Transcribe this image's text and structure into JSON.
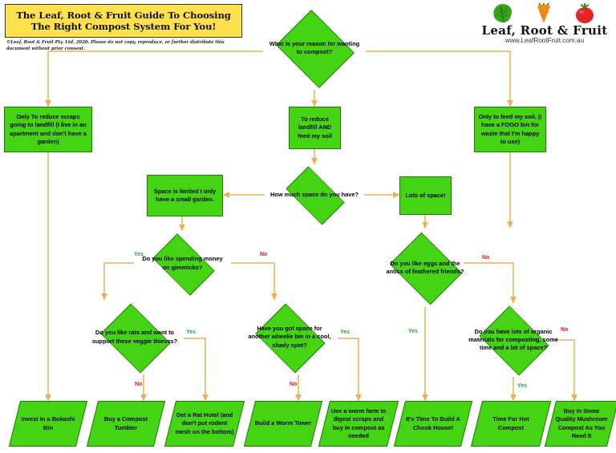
{
  "header": {
    "title": "The Leaf, Root & Fruit Guide To Choosing The Right Compost System For You!",
    "copyright": "©Leaf, Root & Fruit Pty. Ltd, 2020. Please do not copy, reproduce, or further distribute this document without prior consent.",
    "banner_color": "#ffe14d"
  },
  "logo": {
    "wordmark": "Leaf,  Root & Fruit",
    "url": "www.LeafRootFruit.com.au",
    "icons": [
      "leaf-icon",
      "carrot-icon",
      "tomato-icon"
    ]
  },
  "theme": {
    "node_fill": "#45d413",
    "node_stroke": "#1f7a08",
    "connector": "#f0ad4e",
    "yes_color": "#2fa02f",
    "no_color": "#d11a1a"
  },
  "nodes": {
    "start": "What is your reason for wanting to compost?",
    "reason_landfill_only": "Only To reduce scraps going to landfill (I live in an apartment and don't have a garden)",
    "reason_both": "To reduce landfill AND feed my soil",
    "reason_soil_only": "Only to feed my soil. (I have a FOGO bin for waste that I'm happy to use)",
    "how_much_space": "How much space do you have?",
    "space_limited": "Space is limited I only have a small garden.",
    "lots_of_space": "Lots of space!",
    "gimmicks": "Do you like spending money on gimmicks?",
    "eggs_antics": "Do you like eggs and the antics of feathered friends?",
    "rats": "Do you like rats and want to support these veggie thieves?",
    "wheelie_bin": "Have you got space for another wheelie bin in a cool, shady spot?",
    "organic_materials": "Do you have lots of organic materials for composting, some time and a bit of space?"
  },
  "outcomes": [
    {
      "id": "bokashi",
      "label": "Invest In a Bokashi Bin"
    },
    {
      "id": "tumbler",
      "label": "Buy a Compost Tumbler"
    },
    {
      "id": "rathotel",
      "label": "Get a Rat Hotel (and don't put rodent mesh on the bottom)"
    },
    {
      "id": "wormtower",
      "label": "Build a Worm Tower"
    },
    {
      "id": "wormfarm",
      "label": "Use a worm farm to digest scraps and buy in compost as needed"
    },
    {
      "id": "chook",
      "label": "It's Time To Build A Chook House!"
    },
    {
      "id": "hotcompost",
      "label": "Time For Hot Compost"
    },
    {
      "id": "mushroom",
      "label": "Buy In Some Quality Mushroom Compost As You Need It"
    }
  ],
  "edge_labels": {
    "gimmicks_yes": "Yes",
    "gimmicks_no": "No",
    "rats_yes": "Yes",
    "rats_no": "No",
    "wheelie_yes": "Yes",
    "wheelie_no": "No",
    "eggs_no": "No",
    "eggs_yes": "Yes",
    "organic_no": "No",
    "organic_yes": "Yes"
  }
}
